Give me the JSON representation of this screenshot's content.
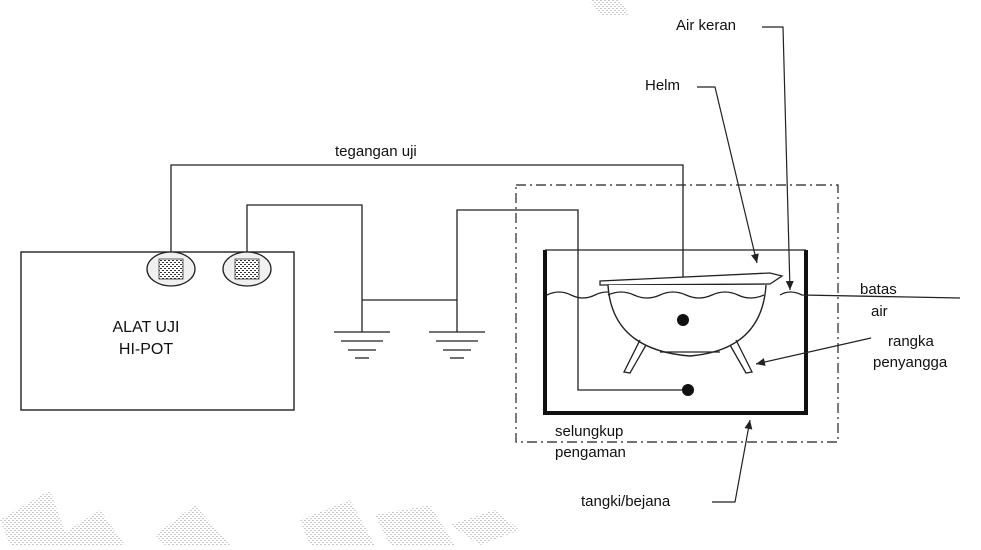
{
  "labels": {
    "device_line1": "ALAT UJI",
    "device_line2": "HI-POT",
    "test_voltage": "tegangan uji",
    "tap_water": "Air keran",
    "helmet": "Helm",
    "water_limit_line1": "batas",
    "water_limit_line2": "air",
    "support_frame_line1": "rangka",
    "support_frame_line2": "penyangga",
    "enclosure_line1": "selungkup",
    "enclosure_line2": "pengaman",
    "tank": "tangki/bejana"
  },
  "colors": {
    "line": "#222222",
    "terminal_fill": "#e8e8e8",
    "background": "#ffffff"
  }
}
